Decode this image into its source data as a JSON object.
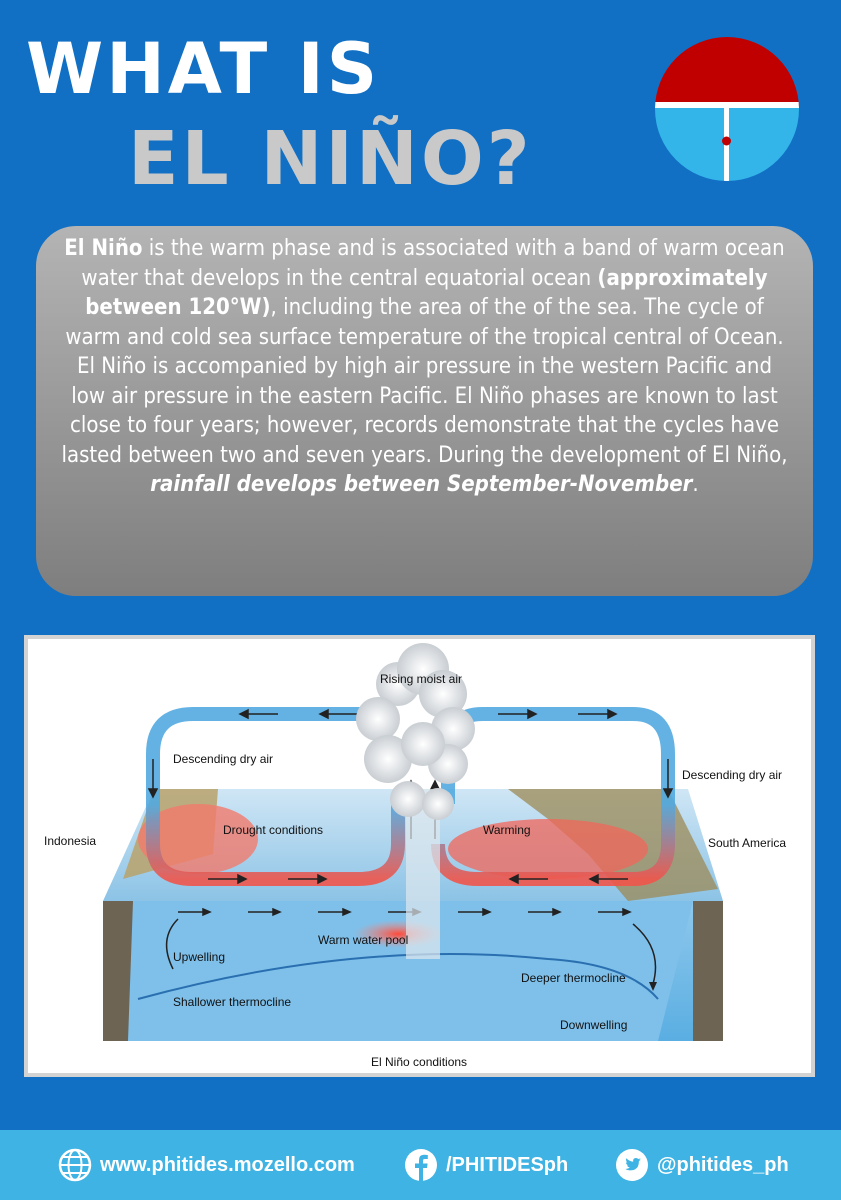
{
  "header": {
    "title_line1": "WHAT IS",
    "title_line2": "EL NIÑO?"
  },
  "info": {
    "term": "El Niño",
    "part1": " is the warm phase and is associated with  a  band  of warm ocean water that develops in the central equatorial ocean ",
    "bold_range": "(approximately between 120°W)",
    "part2": ", including the area of the of the sea. The cycle of warm and cold sea surface temperature of the tropical central of Ocean. El Niño is accompanied by high air pressure in the western Pacific and low air pressure in the eastern Pacific. El Niño phases are known to last close to four years; however, records demonstrate that the cycles have lasted between two and seven years. During the development of El Niño, ",
    "emphasis": "rainfall develops between September-November",
    "end": "."
  },
  "diagram": {
    "labels": {
      "rising": "Rising moist air",
      "descending_left": "Descending dry air",
      "descending_right": "Descending dry air",
      "indonesia": "Indonesia",
      "south_america": "South America",
      "drought": "Drought conditions",
      "warming": "Warming",
      "warm_pool": "Warm water pool",
      "upwelling": "Upwelling",
      "shallower": "Shallower thermocline",
      "deeper": "Deeper thermocline",
      "downwelling": "Downwelling",
      "caption": "El Niño conditions"
    }
  },
  "footer": {
    "website": "www.phitides.mozello.com",
    "facebook": "/PHITIDESph",
    "twitter": "@phitides_ph"
  },
  "colors": {
    "background": "#1170c4",
    "footer": "#3fb3e3",
    "logo_red": "#c00000",
    "logo_blue": "#33b5ea"
  }
}
